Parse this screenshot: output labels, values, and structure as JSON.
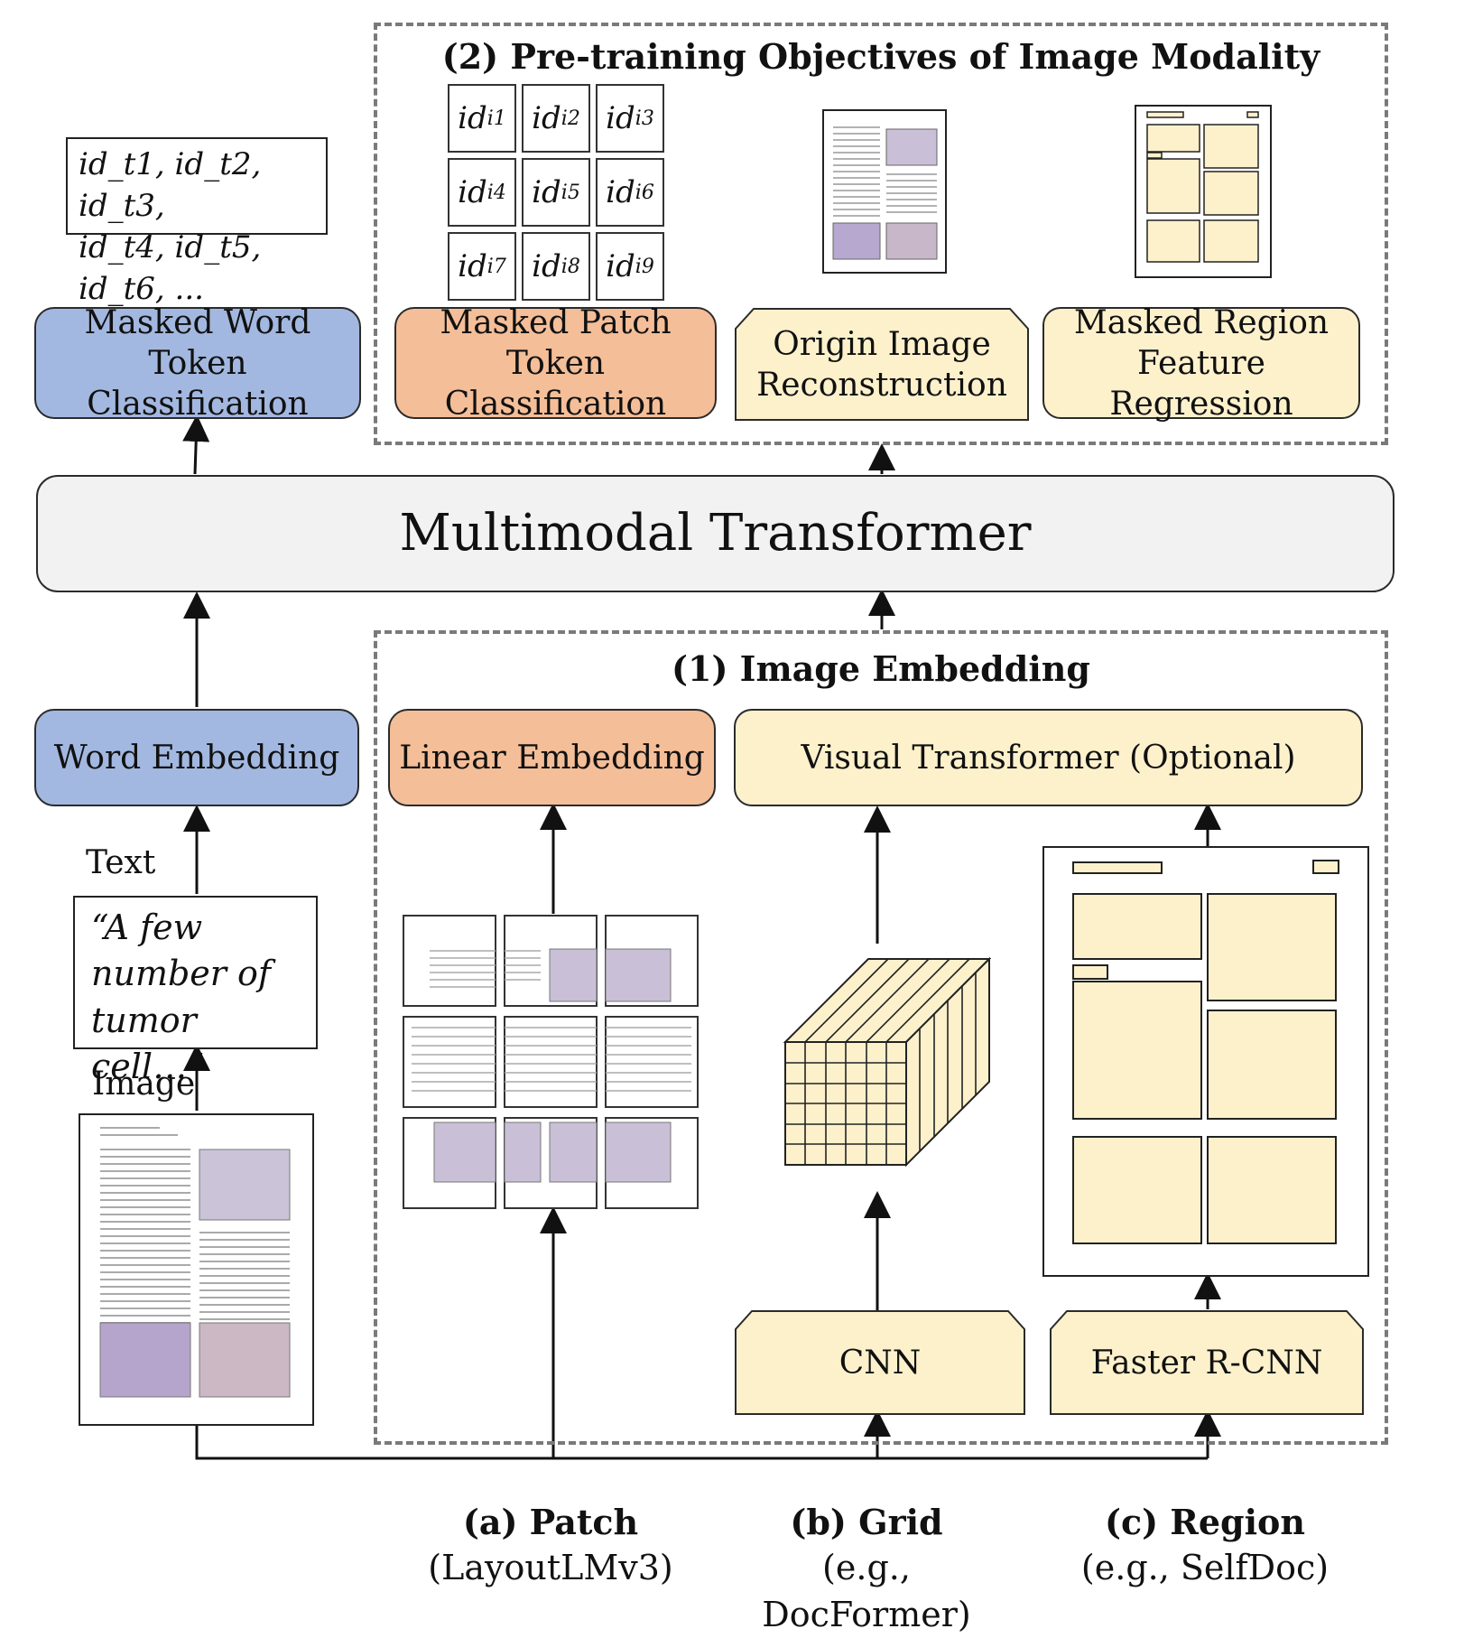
{
  "top_tokens": {
    "line1": "id_t1, id_t2, id_t3,",
    "line2": "id_t4, id_t5, id_t6, ..."
  },
  "pretraining": {
    "title": "(2) Pre-training Objectives of Image Modality",
    "grid_ids": [
      "i1",
      "i2",
      "i3",
      "i4",
      "i5",
      "i6",
      "i7",
      "i8",
      "i9"
    ],
    "masked_patch": "Masked Patch Token Classification",
    "origin_image": "Origin Image Reconstruction",
    "masked_region": "Masked Region Feature Regression"
  },
  "masked_word": "Masked Word Token Classification",
  "transformer": "Multimodal Transformer",
  "embedding": {
    "title": "(1) Image Embedding",
    "linear": "Linear Embedding",
    "visual": "Visual Transformer (Optional)",
    "cnn": "CNN",
    "faster_rcnn": "Faster R-CNN"
  },
  "word_embedding": "Word Embedding",
  "text_label": "Text",
  "quote": "“A few number of tumor cell…”",
  "image_label": "Image",
  "captions": {
    "patch_title": "(a) Patch",
    "patch_sub": "(LayoutLMv3)",
    "grid_title": "(b) Grid",
    "grid_sub": "(e.g., DocFormer)",
    "region_title": "(c) Region",
    "region_sub": "(e.g., SelfDoc)"
  },
  "colors": {
    "blue": "#a3b8e0",
    "orange": "#f4be98",
    "cream": "#fdf1cc",
    "gray": "#f2f2f2"
  }
}
